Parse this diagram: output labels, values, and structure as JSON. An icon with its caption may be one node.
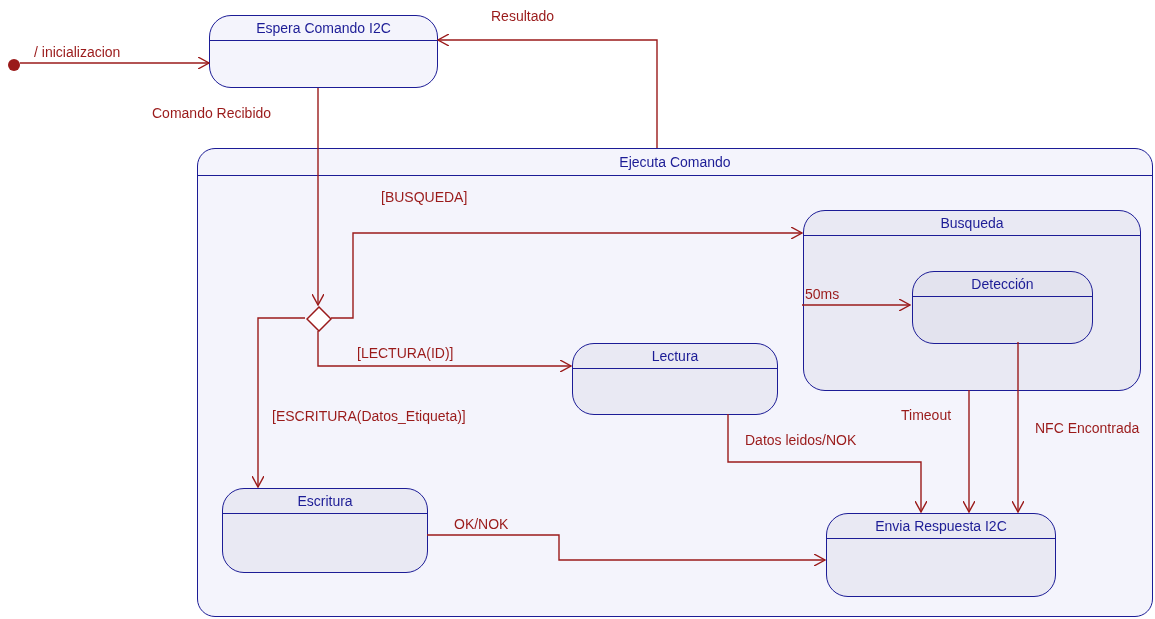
{
  "diagram": {
    "nodes": [
      {
        "text": [],
        "shape": "circle"
      },
      {
        "text": [
          "Espera Comando I2C"
        ]
      },
      {
        "text": [
          "Ejecuta Comando"
        ]
      },
      {
        "text": [],
        "shape": "diamond",
        "in": 2
      },
      {
        "text": [
          "Busqueda"
        ],
        "in": 2
      },
      {
        "text": [
          "Detección"
        ],
        "in": 4
      },
      {
        "text": [
          "Lectura"
        ],
        "in": 2
      },
      {
        "text": [
          "Escritura"
        ],
        "in": 2
      },
      {
        "text": [
          "Envia Respuesta I2C"
        ],
        "in": 2
      }
    ],
    "edges": [
      {
        "from": 0,
        "to": 1,
        "arrow": "to",
        "label": "/ inicializacion"
      },
      {
        "from": 2,
        "to": 1,
        "arrow": "to",
        "label": "Resultado"
      },
      {
        "from": 1,
        "to": 3,
        "arrow": "to",
        "label": "Comando Recibido"
      },
      {
        "from": 3,
        "to": 4,
        "arrow": "to",
        "label": "[BUSQUEDA]"
      },
      {
        "from": 3,
        "to": 6,
        "arrow": "to",
        "label": "[LECTURA(ID)]"
      },
      {
        "from": 3,
        "to": 7,
        "arrow": "to",
        "label": "[ESCRITURA(Datos_Etiqueta)]"
      },
      {
        "from": 4,
        "to": 5,
        "arrow": "to",
        "label": "50ms"
      },
      {
        "from": 6,
        "to": 8,
        "arrow": "to",
        "label": "Datos leidos/NOK"
      },
      {
        "from": 4,
        "to": 8,
        "arrow": "to",
        "label": "Timeout"
      },
      {
        "from": 5,
        "to": 8,
        "arrow": "to",
        "label": "NFC Encontrada"
      },
      {
        "from": 7,
        "to": 8,
        "arrow": "to",
        "label": "OK/NOK"
      }
    ]
  }
}
